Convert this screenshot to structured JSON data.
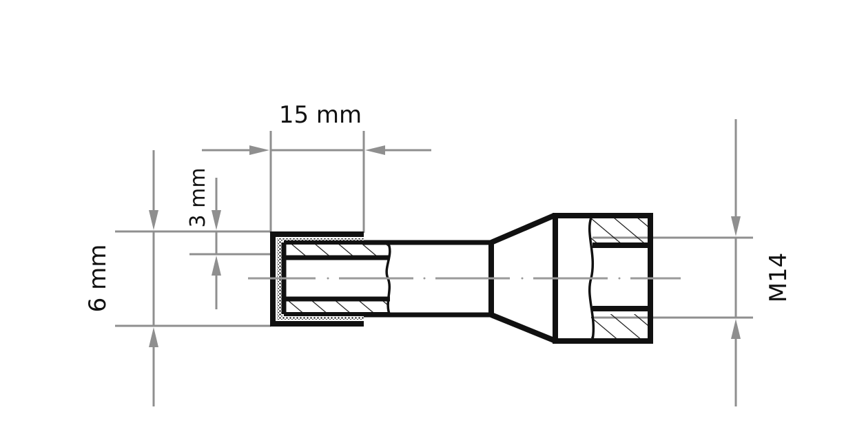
{
  "drawing": {
    "subject": "Connector / ferrule cross-section with threaded end",
    "colors": {
      "outline": "#111111",
      "dimension": "#8f8f8f",
      "background": "#ffffff"
    }
  },
  "dimensions": {
    "length": {
      "label": "15 mm",
      "orientation": "horizontal"
    },
    "outer_diameter": {
      "label": "6 mm",
      "orientation": "vertical"
    },
    "inner_diameter": {
      "label": "3 mm",
      "orientation": "vertical"
    },
    "thread": {
      "label": "M14",
      "orientation": "vertical"
    }
  },
  "parts": [
    {
      "name": "insulated-sleeve",
      "note": "dotted insulation layer"
    },
    {
      "name": "crimp-barrel",
      "note": "hatched wall section"
    },
    {
      "name": "shaft"
    },
    {
      "name": "tapered-transition"
    },
    {
      "name": "threaded-nut",
      "note": "hatched wall section"
    }
  ]
}
